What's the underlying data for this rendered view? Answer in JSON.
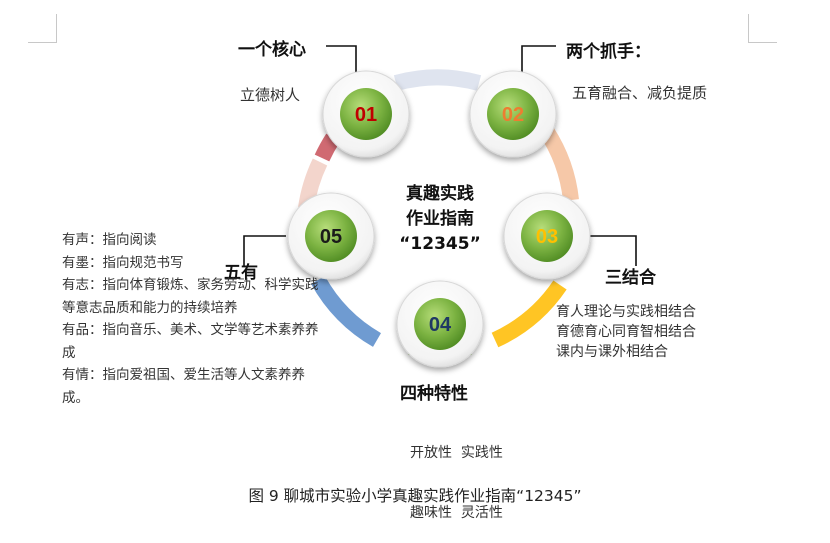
{
  "center": {
    "line1": "真趣实践",
    "line2": "作业指南",
    "line3": "“12345”"
  },
  "nodes": [
    {
      "number": "01",
      "color": "#c00000"
    },
    {
      "number": "02",
      "color": "#ed7d31"
    },
    {
      "number": "03",
      "color": "#ffc000"
    },
    {
      "number": "04",
      "color": "#1f3864"
    },
    {
      "number": "05",
      "color": "#1a1a1a"
    }
  ],
  "titles": {
    "t1": "一个核心",
    "t2": "两个抓手：",
    "t3": "三结合",
    "t4": "四种特性",
    "t5": "五有"
  },
  "notes": {
    "n1": "立德树人",
    "n2": "五育融合、减负提质",
    "n3": [
      "育人理论与实践相结合",
      "育德育心同育智相结合",
      "课内与课外相结合"
    ],
    "n4": [
      "开放性  实践性",
      "趣味性  灵活性"
    ],
    "n5": [
      "有声：指向阅读",
      "有墨：指向规范书写",
      "有志：指向体育锻炼、家务劳动、科学实践等意志品质和能力的持续培养",
      "有品：指向音乐、美术、文学等艺术素养养成",
      "有情：指向爱祖国、爱生活等人文素养养成。"
    ]
  },
  "caption": "图 9  聊城市实验小学真趣实践作业指南“12345”"
}
